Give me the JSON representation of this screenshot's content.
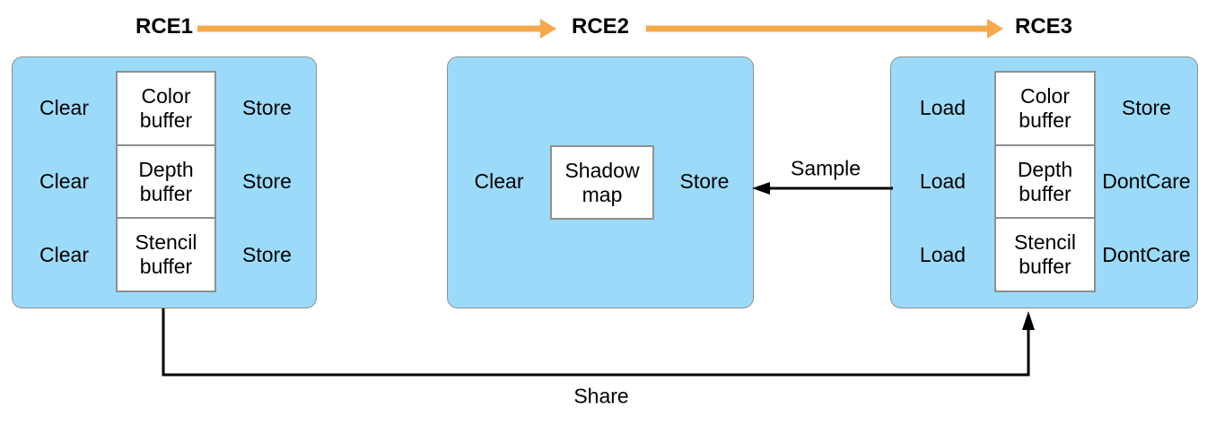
{
  "diagram": {
    "encoders": [
      {
        "id": "rce1",
        "title": "RCE1",
        "rows": [
          {
            "left": "Clear",
            "buffer": "Color buffer",
            "right": "Store"
          },
          {
            "left": "Clear",
            "buffer": "Depth buffer",
            "right": "Store"
          },
          {
            "left": "Clear",
            "buffer": "Stencil buffer",
            "right": "Store"
          }
        ]
      },
      {
        "id": "rce2",
        "title": "RCE2",
        "rows": [
          {
            "left": "Clear",
            "buffer": "Shadow map",
            "right": "Store"
          }
        ]
      },
      {
        "id": "rce3",
        "title": "RCE3",
        "rows": [
          {
            "left": "Load",
            "buffer": "Color buffer",
            "right": "Store"
          },
          {
            "left": "Load",
            "buffer": "Depth buffer",
            "right": "DontCare"
          },
          {
            "left": "Load",
            "buffer": "Stencil buffer",
            "right": "DontCare"
          }
        ]
      }
    ],
    "connectors": {
      "sample_label": "Sample",
      "share_label": "Share"
    },
    "colors": {
      "encoder_fill": "#9BDBF9",
      "encoder_border": "#8F8F8F",
      "buffer_fill": "#FFFFFF",
      "buffer_border": "#8F8F8F",
      "timeline_arrow": "#F6A94A",
      "connector": "#000000",
      "text": "#000000"
    }
  }
}
